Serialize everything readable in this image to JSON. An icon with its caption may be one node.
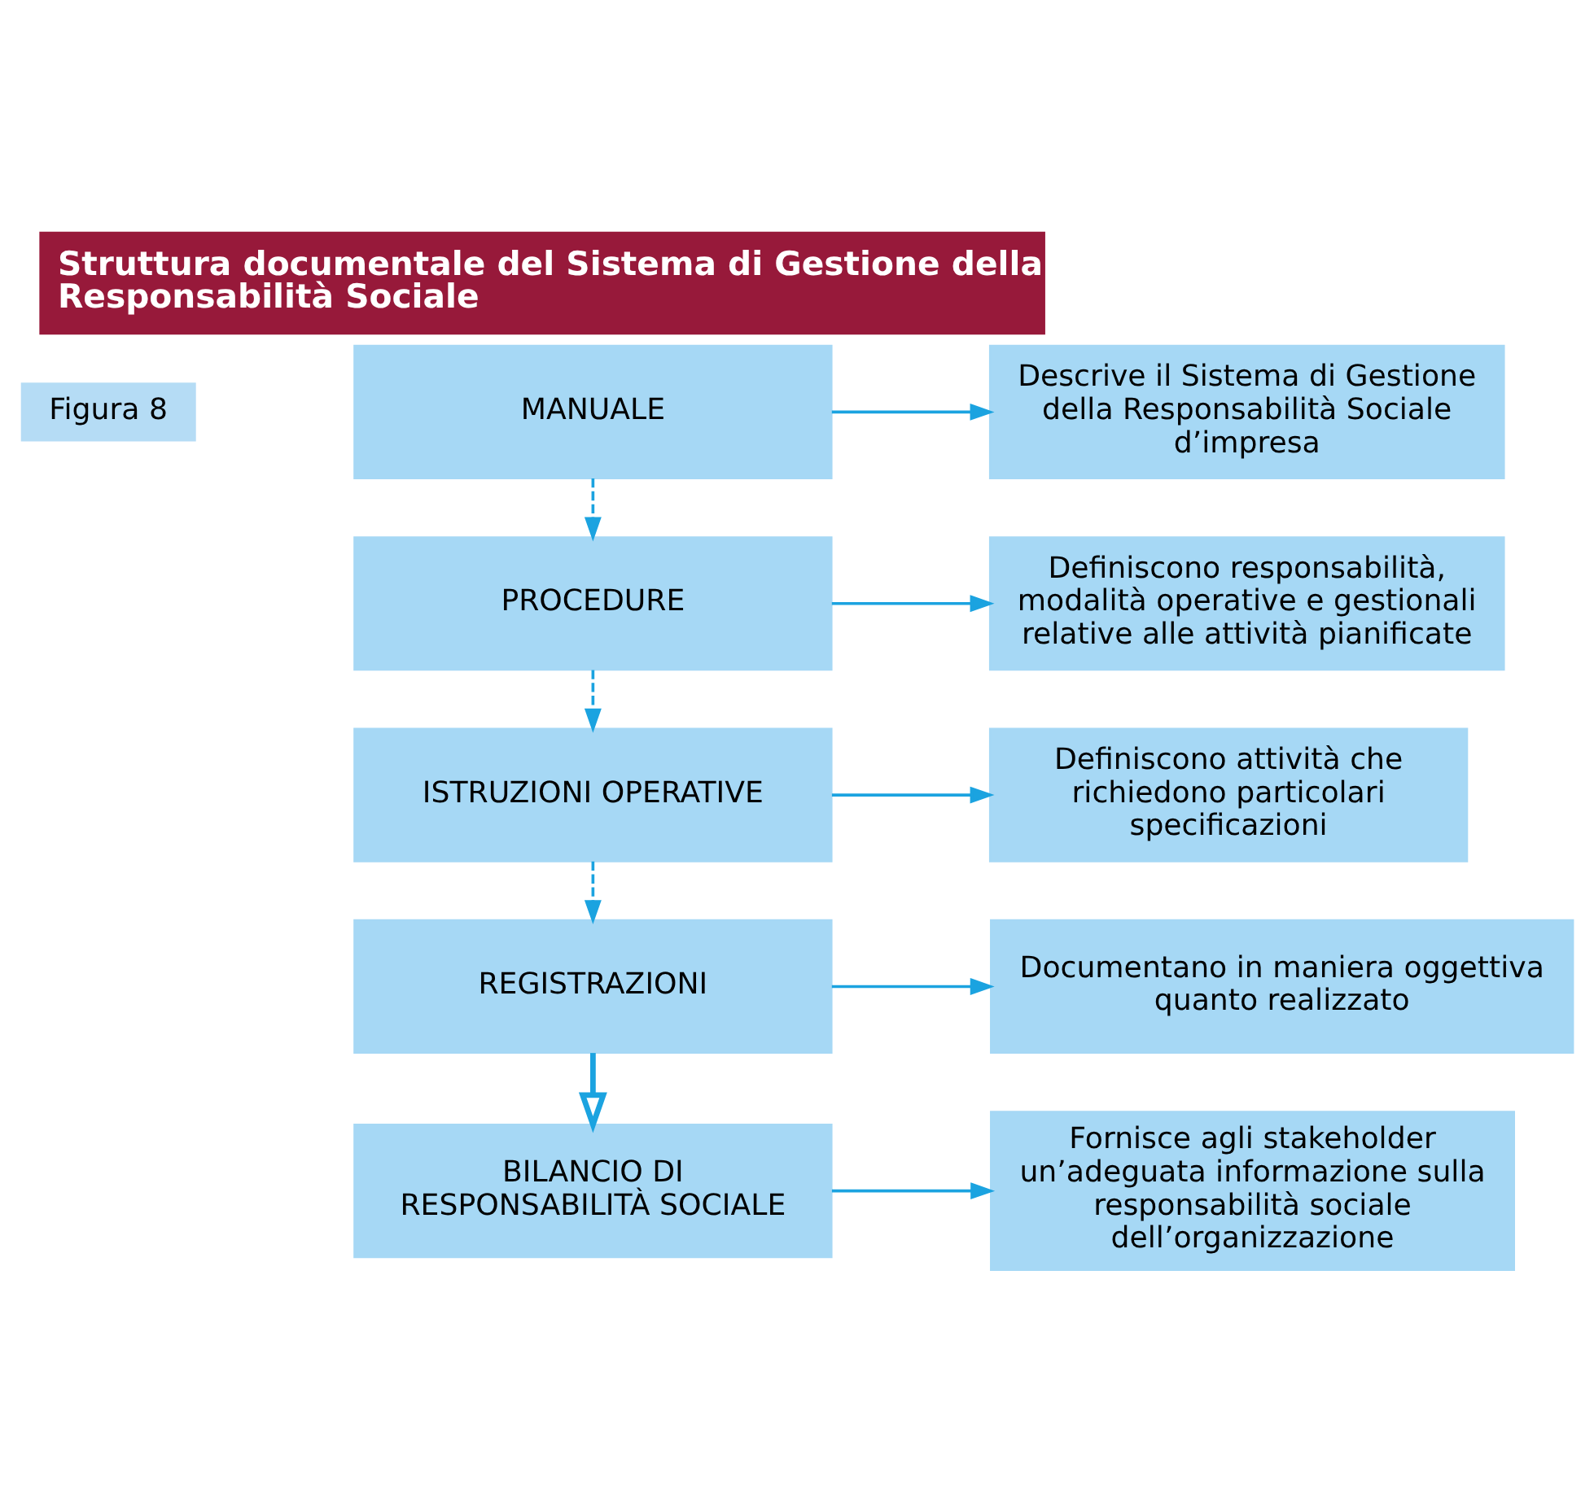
{
  "diagram": {
    "title": "Struttura documentale del Sistema di Gestione della Responsabilità Sociale",
    "nodes": [
      {
        "text": [
          "MANUALE"
        ]
      },
      {
        "text": [
          "Descrive il Sistema di Gestione della Responsabilità Sociale d’impresa"
        ]
      },
      {
        "text": [
          "PROCEDURE"
        ]
      },
      {
        "text": [
          "Definiscono responsabilità, modalità operative e gestionali relative alle attività pianificate"
        ]
      },
      {
        "text": [
          "ISTRUZIONI OPERATIVE"
        ]
      },
      {
        "text": [
          "Definiscono attività che richiedono particolari specificazioni"
        ]
      },
      {
        "text": [
          "REGISTRAZIONI"
        ]
      },
      {
        "text": [
          "Documentano in maniera oggettiva quanto realizzato"
        ]
      },
      {
        "text": [
          "BILANCIO DI RESPONSABILITÀ SOCIALE"
        ]
      },
      {
        "text": [
          "Fornisce agli stakeholder un’adeguata informazione sulla responsabilità sociale dell’organizzazione"
        ]
      }
    ],
    "edges": [
      {
        "from": 0,
        "to": 1,
        "arrow": "to"
      },
      {
        "from": 0,
        "to": 2,
        "arrow": "to",
        "style": "dashed"
      },
      {
        "from": 2,
        "to": 3,
        "arrow": "to"
      },
      {
        "from": 2,
        "to": 4,
        "arrow": "to",
        "style": "dashed"
      },
      {
        "from": 4,
        "to": 5,
        "arrow": "to"
      },
      {
        "from": 4,
        "to": 6,
        "arrow": "to",
        "style": "dashed"
      },
      {
        "from": 6,
        "to": 7,
        "arrow": "to"
      },
      {
        "from": 6,
        "to": 8,
        "arrow": "to",
        "style": "thick"
      },
      {
        "from": 8,
        "to": 9,
        "arrow": "to"
      }
    ],
    "labels": [
      "Figura 8"
    ]
  }
}
